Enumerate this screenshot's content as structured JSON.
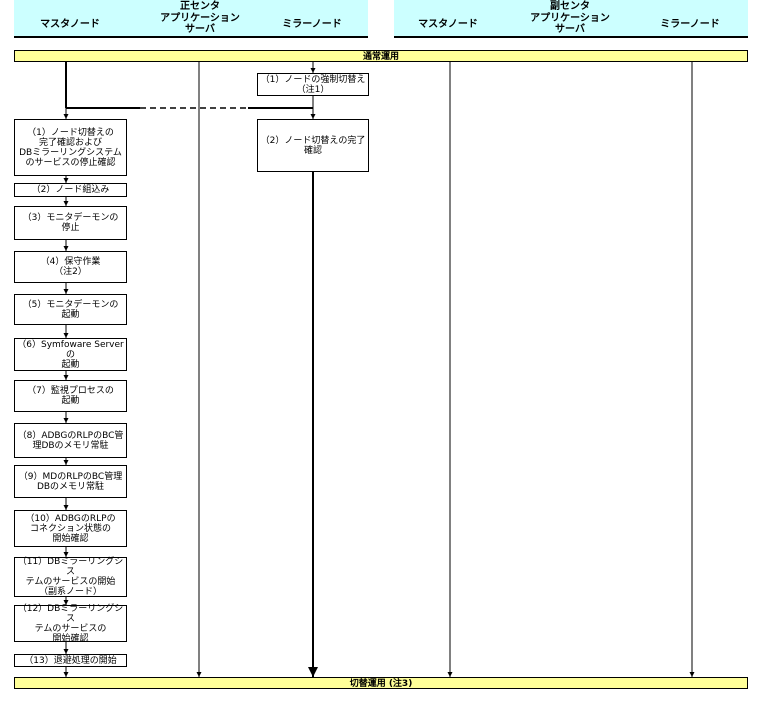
{
  "header": {
    "primary_center": "正センタ",
    "secondary_center": "副センタ",
    "master_node": "マスタノード",
    "app_server": "アプリケーション\nサーバ",
    "mirror_node": "ミラーノード"
  },
  "bands": {
    "normal_operation": "通常運用",
    "switched_operation": "切替運用 (注3)"
  },
  "mirror_steps": [
    "（1）ノードの強制切替え\n（注1）",
    "（2）ノード切替えの完了\n確認"
  ],
  "master_steps": [
    "（1）ノード切替えの\n完了確認および\nDBミラーリングシステム\nのサービスの停止確認",
    "（2）ノード組込み",
    "（3）モニタデーモンの\n停止",
    "（4）保守作業\n（注2）",
    "（5）モニタデーモンの\n起動",
    "（6）Symfoware Serverの\n起動",
    "（7）監視プロセスの\n起動",
    "（8）ADBGのRLPのBC管\n理DBのメモリ常駐",
    "（9）MDのRLPのBC管理\nDBのメモリ常駐",
    "（10）ADBGのRLPの\nコネクション状態の\n開始確認",
    "（11）DBミラーリングシス\nテムのサービスの開始\n（副系ノード）",
    "（12）DBミラーリングシス\nテムのサービスの\n開始確認",
    "（13）退避処理の開始"
  ]
}
